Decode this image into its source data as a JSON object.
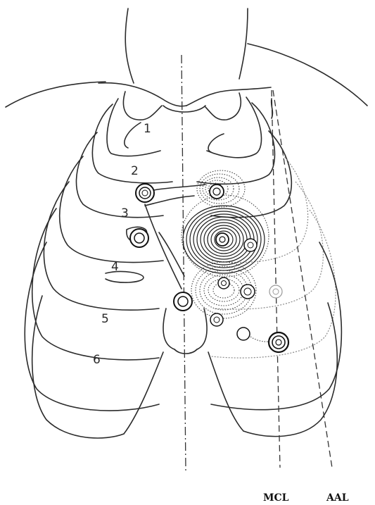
{
  "figure": {
    "rib_labels": [
      "1",
      "2",
      "3",
      "4",
      "5",
      "6"
    ],
    "line_labels": {
      "mcl": "MCL",
      "aal": "AAL"
    },
    "colors": {
      "ink": "#2b2b2b",
      "paper": "#ffffff"
    }
  }
}
